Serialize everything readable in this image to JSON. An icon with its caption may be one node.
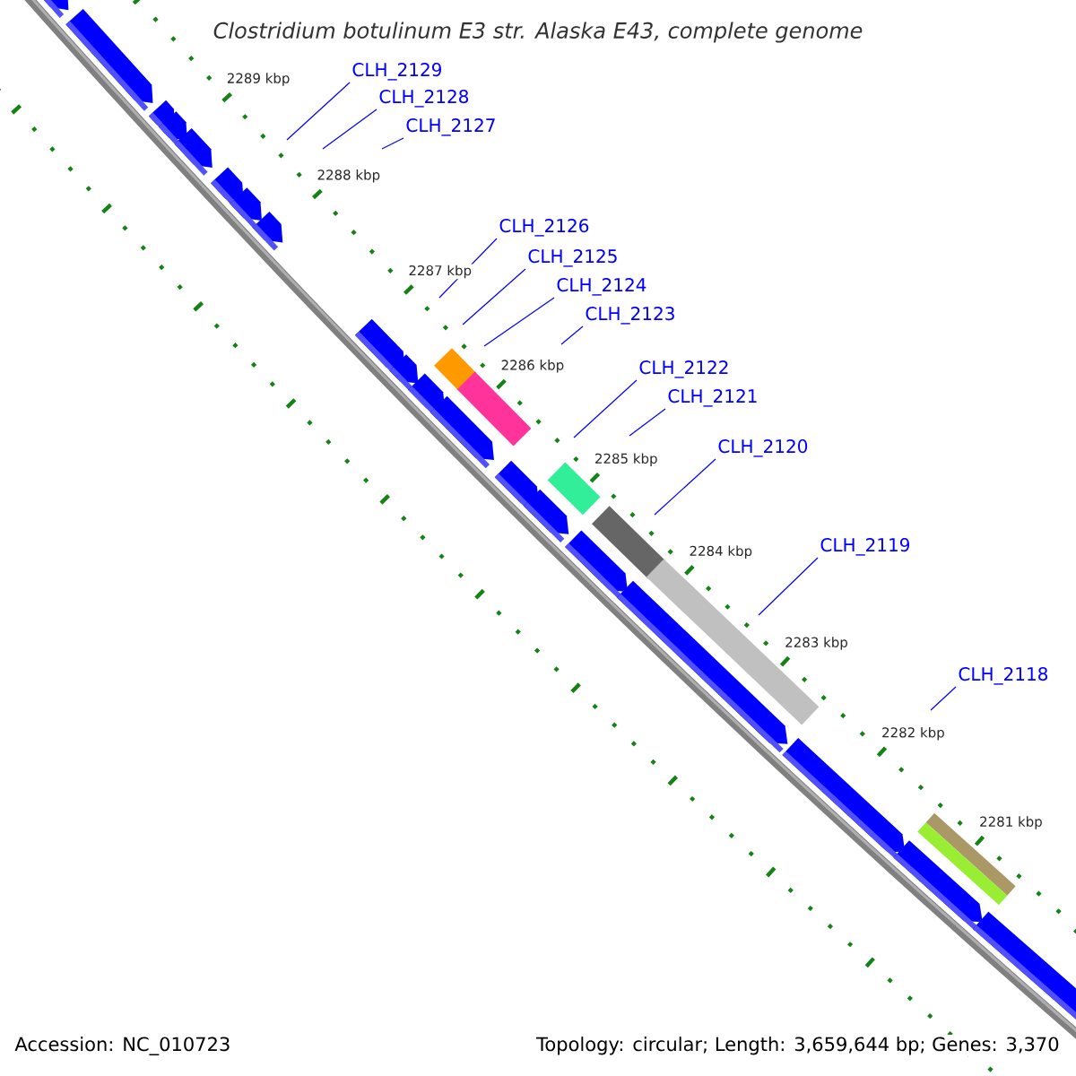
{
  "diagram": {
    "title": "Clostridium botulinum E3 str. Alaska E43, complete genome",
    "nodes": [
      {
        "text": [
          "CLH_2129"
        ]
      },
      {
        "text": [
          "CLH_2128"
        ]
      },
      {
        "text": [
          "CLH_2127"
        ]
      },
      {
        "text": [
          "CLH_2126"
        ]
      },
      {
        "text": [
          "CLH_2125"
        ]
      },
      {
        "text": [
          "CLH_2124"
        ]
      },
      {
        "text": [
          "CLH_2123"
        ]
      },
      {
        "text": [
          "CLH_2122"
        ]
      },
      {
        "text": [
          "CLH_2121"
        ]
      },
      {
        "text": [
          "CLH_2120"
        ]
      },
      {
        "text": [
          "CLH_2119"
        ]
      },
      {
        "text": [
          "CLH_2118"
        ]
      }
    ],
    "edges": [
      {
        "from": 0,
        "to": null,
        "arrow": "none"
      },
      {
        "from": 1,
        "to": null,
        "arrow": "none"
      },
      {
        "from": 2,
        "to": null,
        "arrow": "none"
      },
      {
        "from": 3,
        "to": null,
        "arrow": "none"
      },
      {
        "from": 4,
        "to": null,
        "arrow": "none"
      },
      {
        "from": 5,
        "to": null,
        "arrow": "none"
      },
      {
        "from": 6,
        "to": null,
        "arrow": "none"
      },
      {
        "from": 7,
        "to": null,
        "arrow": "none"
      },
      {
        "from": 8,
        "to": null,
        "arrow": "none"
      },
      {
        "from": 9,
        "to": null,
        "arrow": "none"
      },
      {
        "from": 10,
        "to": null,
        "arrow": "none"
      },
      {
        "from": 11,
        "to": null,
        "arrow": "none"
      }
    ],
    "labels": [
      "2289 kbp",
      "2288 kbp",
      "2287 kbp",
      "2286 kbp",
      "2285 kbp",
      "2284 kbp",
      "2283 kbp",
      "2282 kbp",
      "2281 kbp",
      "Accession: NC_010723",
      "Topology: circular; Length: 3,659,644 bp; Genes: 3,370"
    ]
  }
}
